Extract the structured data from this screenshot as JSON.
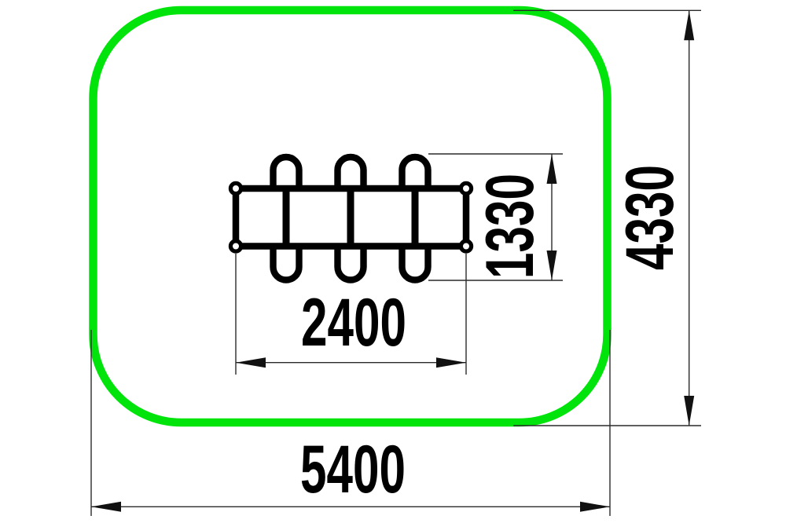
{
  "colors": {
    "safety_zone": "#00E40B",
    "drawing": "#000000"
  },
  "dimension_labels": {
    "zone_width": "5400",
    "zone_depth": "4330",
    "equipment_length": "2400",
    "equipment_width": "1330"
  }
}
